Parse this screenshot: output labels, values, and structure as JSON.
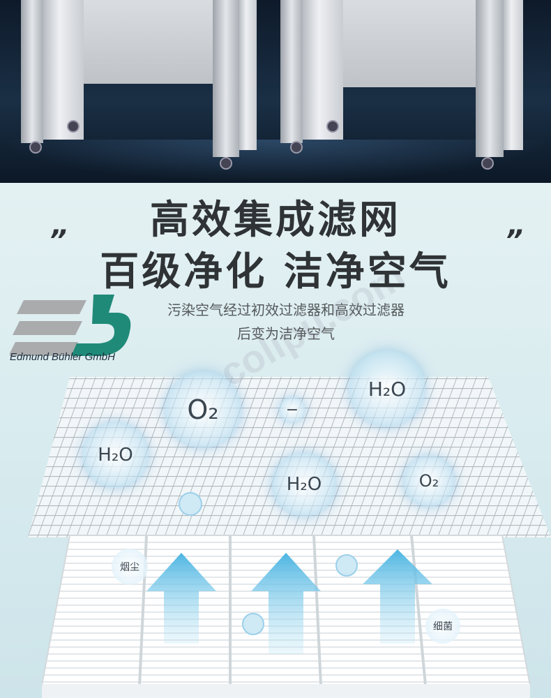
{
  "headline": {
    "line1": "高效集成滤网",
    "line2": "百级净化 洁净空气",
    "quote_left": "”",
    "quote_right": "”"
  },
  "description": {
    "line1": "污染空气经过初效过滤器和高效过滤器",
    "line2": "后变为洁净空气"
  },
  "logo": {
    "company": "Edmund Bühler GmbH",
    "colors": {
      "gray": "#a9abad",
      "green": "#1f8a78"
    }
  },
  "watermark": "colipu.com",
  "molecules": {
    "o2_large": "O₂",
    "h2o_top": "H₂O",
    "h2o_left": "H₂O",
    "h2o_center": "H₂O",
    "o2_right": "O₂",
    "minus": "−"
  },
  "particles": {
    "dust": "烟尘",
    "bacteria": "细菌"
  },
  "colors": {
    "arrow": "#5fbfe4",
    "title": "#2f3336"
  }
}
